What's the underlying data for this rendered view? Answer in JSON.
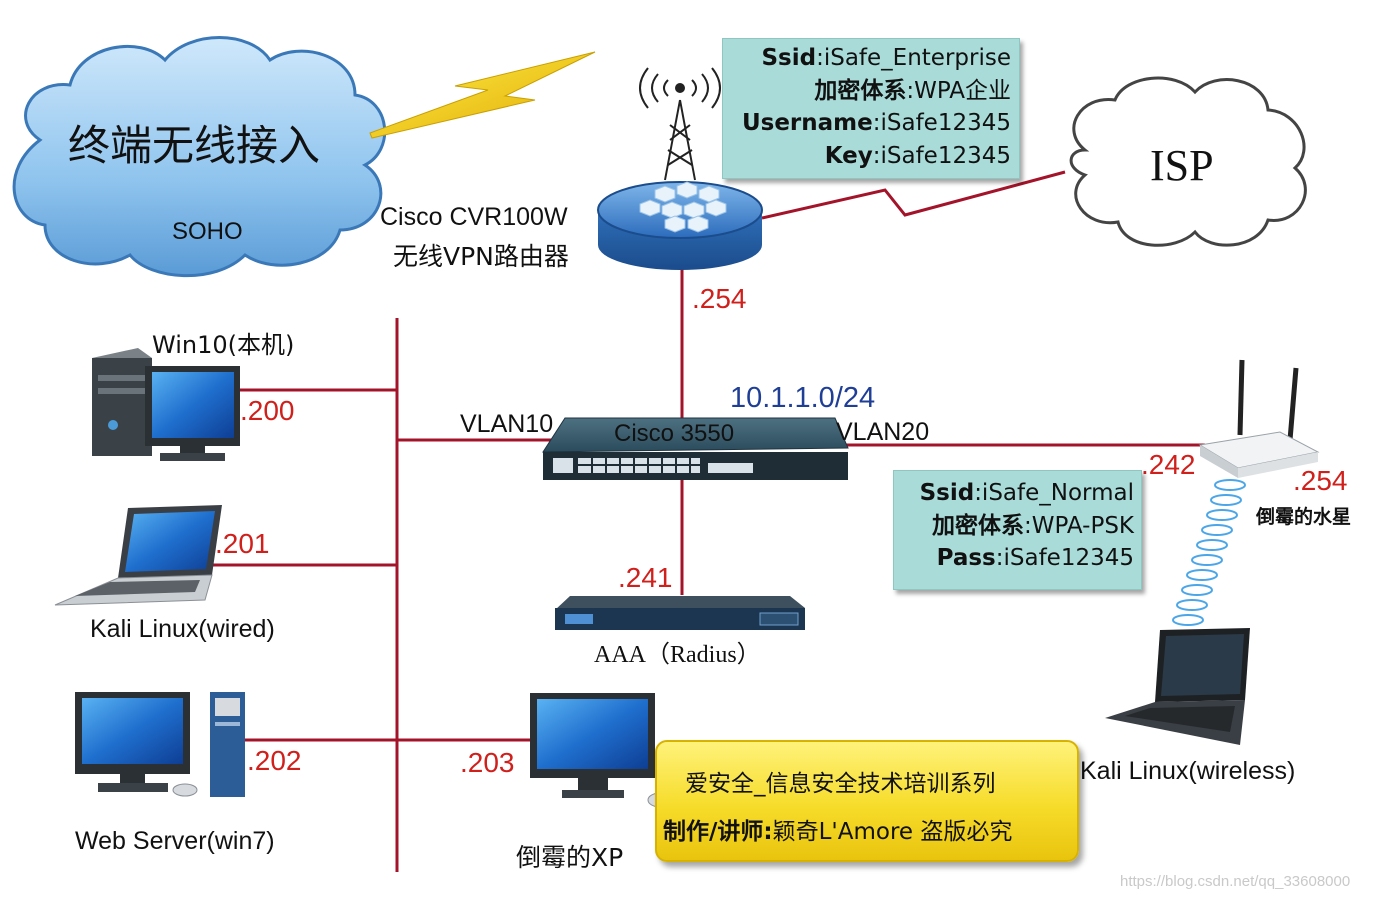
{
  "soho_cloud": {
    "title": "终端无线接入",
    "subtitle": "SOHO"
  },
  "isp_cloud": {
    "label": "ISP"
  },
  "router": {
    "name": "Cisco CVR100W",
    "desc": "无线VPN路由器",
    "ip_suffix": ".254"
  },
  "enterprise_wifi": {
    "ssid_key": "Ssid",
    "ssid_value": ":iSafe_Enterprise",
    "enc_key": "加密体系",
    "enc_value": ":WPA企业",
    "user_key": "Username",
    "user_value": ":iSafe12345",
    "pass_key": "Key",
    "pass_value": ":iSafe12345"
  },
  "switch": {
    "name": "Cisco 3550",
    "subnet": "10.1.1.0/24",
    "vlan_left": "VLAN10",
    "vlan_right": "VLAN20"
  },
  "hosts": {
    "win10": {
      "label": "Win10(本机)",
      "ip": ".200"
    },
    "kali_wired": {
      "label": "Kali Linux(wired)",
      "ip": ".201"
    },
    "web_server": {
      "label": "Web Server(win7)",
      "ip": ".202"
    },
    "xp": {
      "label": "倒霉的XP",
      "ip": ".203"
    },
    "aaa": {
      "label": "AAA（Radius）",
      "ip": ".241"
    },
    "ap": {
      "label": "倒霉的水星",
      "ip_wan": ".242",
      "ip_lan": ".254"
    },
    "kali_wireless": {
      "label": "Kali Linux(wireless)"
    }
  },
  "normal_wifi": {
    "ssid_key": "Ssid",
    "ssid_value": ":iSafe_Normal",
    "enc_key": "加密体系",
    "enc_value": ":WPA-PSK",
    "pass_key": "Pass",
    "pass_value": ":iSafe12345"
  },
  "banner": {
    "line1": "爱安全_信息安全技术培训系列",
    "line2_bold": "制作/讲师:",
    "line2_rest": "颖奇L'Amore 盗版必究"
  },
  "watermark": "https://blog.csdn.net/qq_33608000",
  "colors": {
    "link": "#a3142a",
    "ip_text": "#d0201c",
    "subnet_text": "#1f3f97",
    "info_bg": "#a9dcd9",
    "banner_bg": "#f6dc2a"
  }
}
